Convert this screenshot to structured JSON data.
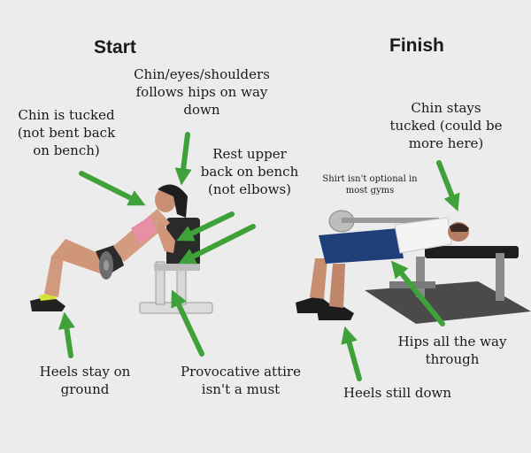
{
  "headings": {
    "start": "Start",
    "finish": "Finish"
  },
  "captions": {
    "chin_tucked": [
      "Chin is tucked",
      "(not bent back",
      "on bench)"
    ],
    "chin_follows": [
      "Chin/eyes/shoulders",
      "follows hips on way",
      "down"
    ],
    "rest_upper": [
      "Rest upper",
      "back on bench",
      "(not elbows)"
    ],
    "shirt": [
      "Shirt isn't optional in",
      "most gyms"
    ],
    "chin_stays": [
      "Chin stays",
      "tucked (could be",
      "more here)"
    ],
    "heels_stay": [
      "Heels stay on",
      "ground"
    ],
    "attire": [
      "Provocative attire",
      "isn't a must"
    ],
    "heels_down": [
      "Heels still down"
    ],
    "hips_through": [
      "Hips all the way",
      "through"
    ]
  },
  "colors": {
    "arrow": "#3fa13a",
    "background": "#ececec",
    "text": "#1a1a1a"
  }
}
